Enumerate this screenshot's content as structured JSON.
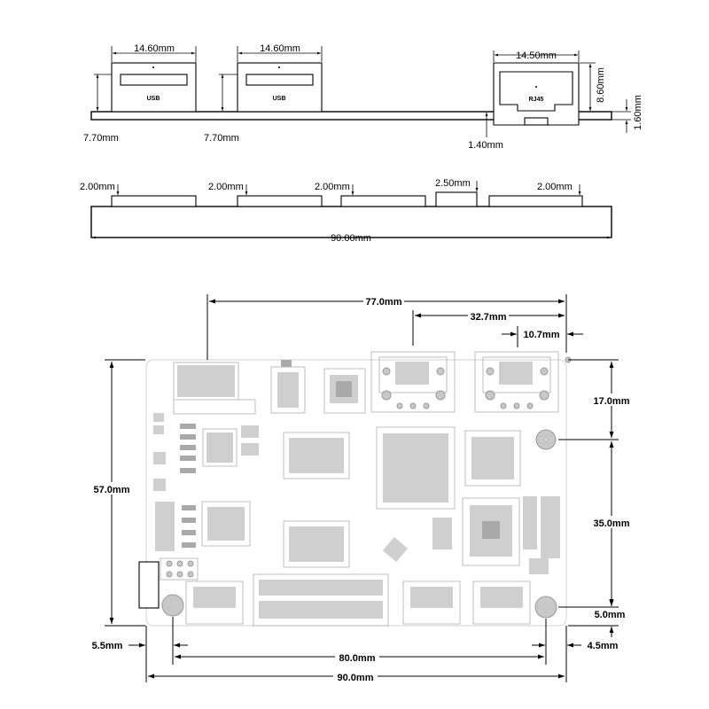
{
  "side_view": {
    "connectors": [
      {
        "label": "USB",
        "width_dim": "14.60mm"
      },
      {
        "label": "USB",
        "width_dim": "14.60mm"
      },
      {
        "label": "RJ45",
        "width_dim": "14.50mm"
      }
    ],
    "offset_dims": [
      "7.70mm",
      "7.70mm"
    ],
    "rj45_height_dim": "8.60mm",
    "board_thickness_dim": "1.60mm",
    "rj45_drop_dim": "1.40mm"
  },
  "front_view": {
    "protrusion_dims": [
      "2.00mm",
      "2.00mm",
      "2.00mm",
      "2.50mm",
      "2.00mm"
    ],
    "total_length_dim": "90.00mm"
  },
  "top_view": {
    "dims": {
      "hole_span_77": "77.0mm",
      "span_32_7": "32.7mm",
      "span_10_7": "10.7mm",
      "height_57": "57.0mm",
      "right_17": "17.0mm",
      "right_35": "35.0mm",
      "right_5": "5.0mm",
      "left_5_5": "5.5mm",
      "right_4_5": "4.5mm",
      "hole_span_80": "80.0mm",
      "total_90": "90.0mm"
    }
  }
}
